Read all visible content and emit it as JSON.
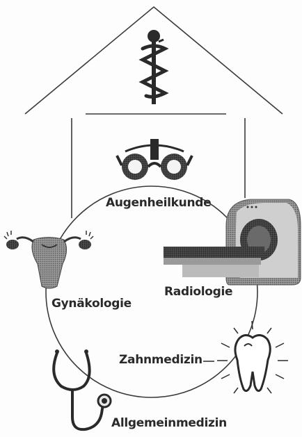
{
  "specialties": {
    "ophthalmology": "Augenheilkunde",
    "radiology": "Radiologie",
    "gynecology": "Gynäkologie",
    "dentistry": "Zahnmedizin",
    "general_medicine": "Allgemeinmedizin"
  },
  "icons": {
    "roof": "house-roof-icon",
    "center": "caduceus-icon",
    "ophthalmology": "trial-frame-glasses-icon",
    "radiology": "mri-scanner-icon",
    "gynecology": "uterus-icon",
    "dentistry": "tooth-icon",
    "general_medicine": "stethoscope-icon"
  },
  "colors": {
    "ink": "#2a2a2a",
    "mid_gray": "#777777",
    "light_gray": "#bdbdbd",
    "background": "#fdfdfd"
  }
}
